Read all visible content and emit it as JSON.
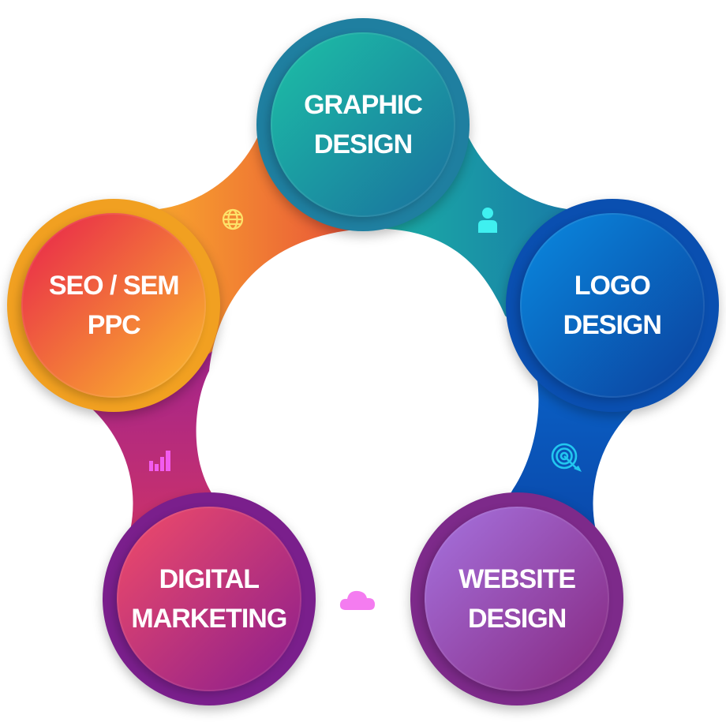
{
  "nodes": [
    {
      "id": "graphic-design",
      "line1": "GRAPHIC",
      "line2": "DESIGN",
      "ring": "#1f7fa0",
      "fill_a": "#1cc1a6",
      "fill_b": "#1a6f9e"
    },
    {
      "id": "logo-design",
      "line1": "LOGO",
      "line2": "DESIGN",
      "ring": "#0a4fb0",
      "fill_a": "#0a8ae0",
      "fill_b": "#0b3f9c"
    },
    {
      "id": "website-design",
      "line1": "WEBSITE",
      "line2": "DESIGN",
      "ring": "#7d2a8a",
      "fill_a": "#a673e0",
      "fill_b": "#86267e"
    },
    {
      "id": "digital-marketing",
      "line1": "DIGITAL",
      "line2": "MARKETING",
      "ring": "#7a1f8c",
      "fill_a": "#f24c68",
      "fill_b": "#8a1d8e"
    },
    {
      "id": "seo-sem-ppc",
      "line1": "SEO / SEM",
      "line2": "PPC",
      "ring": "#f1a021",
      "fill_a": "#e8204c",
      "fill_b": "#fbbf2a"
    }
  ],
  "connector_icons": [
    "globe-icon",
    "user-icon",
    "target-icon",
    "cloud-icon",
    "bar-chart-icon"
  ],
  "colors": {
    "icon_globe": "#fde26a",
    "icon_user": "#3ff0f0",
    "icon_target": "#22c7f0",
    "icon_cloud": "#f47cf0",
    "icon_bars": "#f25cf0"
  }
}
